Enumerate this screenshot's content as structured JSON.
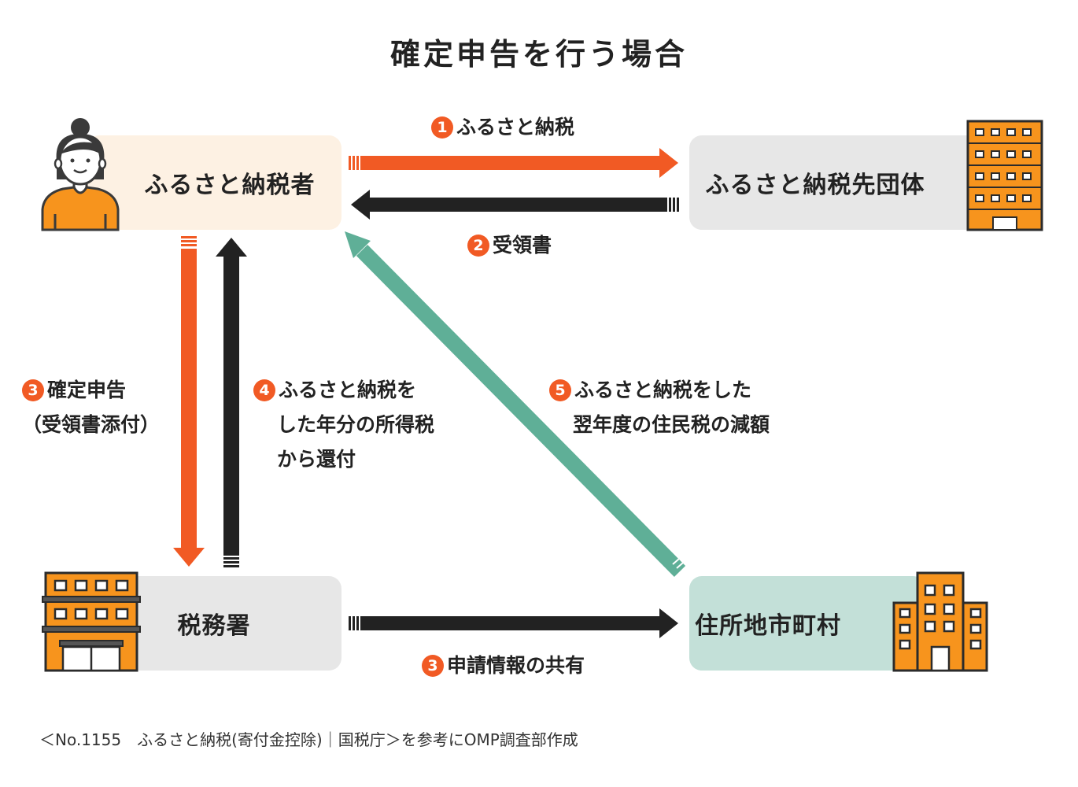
{
  "title": "確定申告を行う場合",
  "nodes": {
    "taxpayer": "ふるさと納税者",
    "group": "ふるさと納税先団体",
    "tax_office": "税務署",
    "city": "住所地市町村"
  },
  "steps": {
    "s1": {
      "num": "1",
      "text": "ふるさと納税"
    },
    "s2": {
      "num": "2",
      "text": "受領書"
    },
    "s3a": {
      "num": "3",
      "line1": "確定申告",
      "line2": "（受領書添付）"
    },
    "s3b": {
      "num": "3",
      "text": "申請情報の共有"
    },
    "s4": {
      "num": "4",
      "line1": "ふるさと納税を",
      "line2": "した年分の所得税",
      "line3": "から還付"
    },
    "s5": {
      "num": "5",
      "line1": "ふるさと納税をした",
      "line2": "翌年度の住民税の減額"
    }
  },
  "footnote": "＜No.1155　ふるさと納税(寄付金控除)｜国税庁＞を参考にOMP調査部作成",
  "colors": {
    "orange": "#f15a24",
    "black": "#222222",
    "teal": "#5faf97",
    "building": "#f7941d"
  },
  "icons": [
    "person-icon",
    "office-building-icon",
    "tax-office-building-icon",
    "city-hall-building-icon"
  ]
}
